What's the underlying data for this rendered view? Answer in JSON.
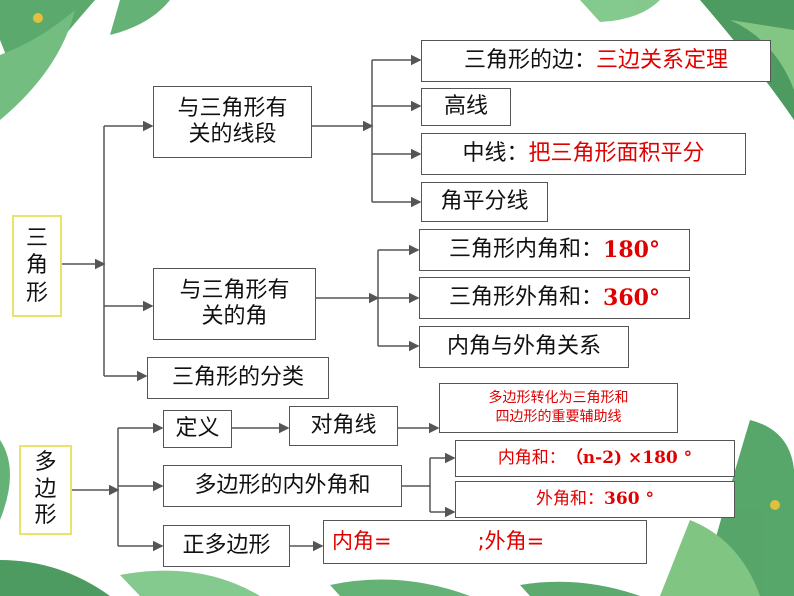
{
  "colors": {
    "accent_red": "#e00000",
    "line": "#555555",
    "title_border": "#e9e36b"
  },
  "triangle": {
    "title": [
      "三",
      "角",
      "形"
    ],
    "segments": {
      "label": [
        "与三角形有",
        "关的线段"
      ]
    },
    "side": {
      "label": "三角形的边：",
      "value": "三边关系定理"
    },
    "altitude": {
      "label": "高线"
    },
    "median": {
      "label": "中线：",
      "value": "把三角形面积平分"
    },
    "bisector": {
      "label": "角平分线"
    },
    "angles": {
      "label": [
        "与三角形有",
        "关的角"
      ]
    },
    "interior_sum": {
      "label": "三角形内角和：",
      "value": "180°"
    },
    "exterior_sum": {
      "label": "三角形外角和：",
      "value": "360°"
    },
    "relation": {
      "label": "内角与外角关系"
    },
    "classification": {
      "label": "三角形的分类"
    }
  },
  "polygon": {
    "title": [
      "多",
      "边",
      "形"
    ],
    "definition": {
      "label": "定义"
    },
    "diagonal": {
      "label": "对角线"
    },
    "diagonal_note": [
      "多边形转化为三角形和",
      "四边形的重要辅助线"
    ],
    "angle_sums": {
      "label": "多边形的内外角和"
    },
    "interior_formula": {
      "label": "内角和：",
      "value": "（n-2) ×180 °"
    },
    "exterior_formula": {
      "label": "外角和：",
      "value": "360 °"
    },
    "regular": {
      "label": "正多边形"
    },
    "regular_angles": {
      "interior": "内角=",
      "exterior": ";外角="
    }
  }
}
